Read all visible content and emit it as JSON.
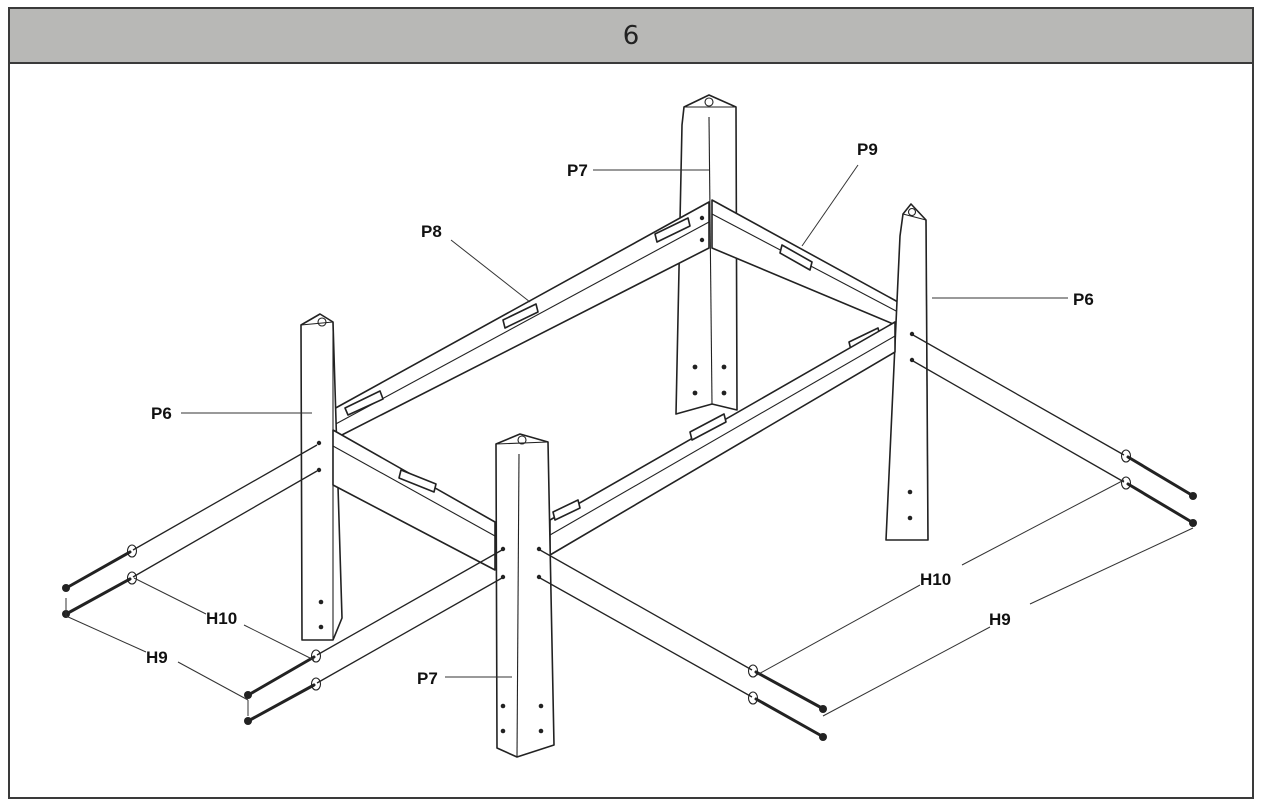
{
  "header": {
    "step_number": "6"
  },
  "labels": {
    "p7_top": "P7",
    "p9": "P9",
    "p8": "P8",
    "p6_right": "P6",
    "p6_left": "P6",
    "h10_left": "H10",
    "h9_left": "H9",
    "p7_bottom": "P7",
    "h10_right": "H10",
    "h9_right": "H9"
  },
  "colors": {
    "header_bg": "#b8b8b6",
    "border": "#3a3a3a",
    "line": "#222222"
  }
}
